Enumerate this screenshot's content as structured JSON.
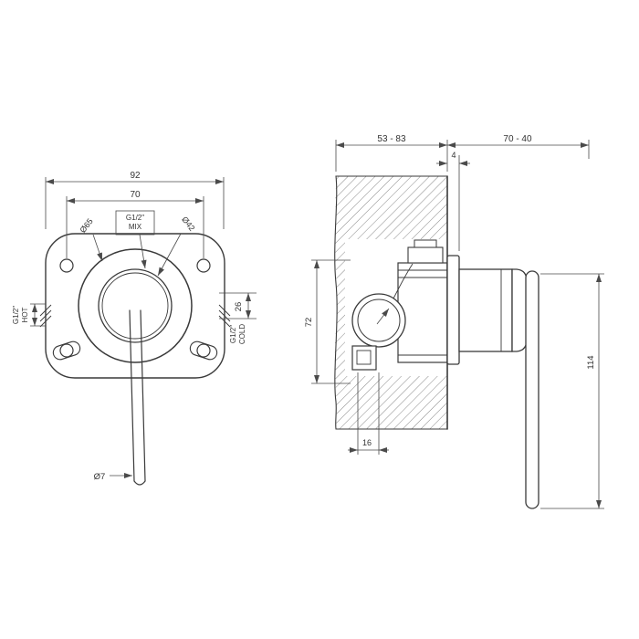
{
  "front": {
    "dim_width": "92",
    "dim_holes": "70",
    "mix1": "G1/2\"",
    "mix2": "MIX",
    "dia_outer": "Ø65",
    "dia_inner": "Ø42",
    "dim_offset": "26",
    "hot1": "G1/2\"",
    "hot2": "HOT",
    "cold1": "G1/2\"",
    "cold2": "COLD",
    "dia_lever": "Ø7"
  },
  "side": {
    "dim_wall": "53 - 83",
    "dim_proj": "70 - 40",
    "dim_flange": "4",
    "dim_body": "72",
    "dim_base": "16",
    "dim_lever": "114"
  },
  "colors": {
    "line": "#3a3a3a",
    "dimension": "#4a4a4a",
    "background": "#ffffff"
  }
}
